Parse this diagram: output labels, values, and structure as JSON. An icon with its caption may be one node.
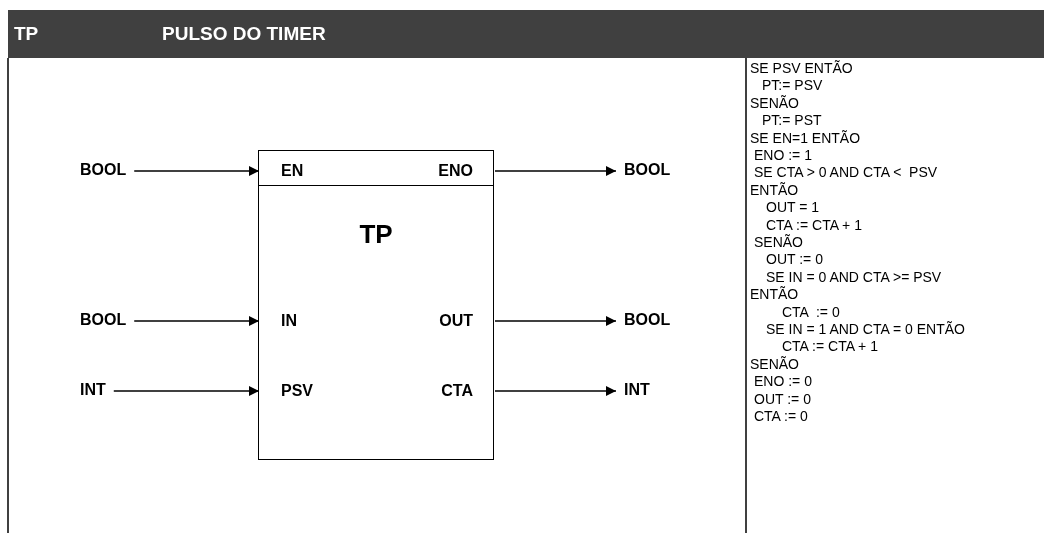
{
  "diagram": {
    "nodes": [
      {
        "text": [
          "TP"
        ]
      },
      {
        "text": [
          "EN"
        ],
        "in": 0
      },
      {
        "text": [
          "ENO"
        ],
        "in": 0
      },
      {
        "text": [
          "IN"
        ],
        "in": 0
      },
      {
        "text": [
          "OUT"
        ],
        "in": 0
      },
      {
        "text": [
          "PSV"
        ],
        "in": 0
      },
      {
        "text": [
          "CTA"
        ],
        "in": 0
      },
      {
        "text": [
          "BOOL"
        ]
      },
      {
        "text": [
          "BOOL"
        ]
      },
      {
        "text": [
          "BOOL"
        ]
      },
      {
        "text": [
          "BOOL"
        ]
      },
      {
        "text": [
          "INT"
        ]
      },
      {
        "text": [
          "INT"
        ]
      }
    ],
    "edges": [
      {
        "from": 7,
        "to": 1,
        "arrow": "to"
      },
      {
        "from": 2,
        "to": 8,
        "arrow": "to"
      },
      {
        "from": 9,
        "to": 3,
        "arrow": "to"
      },
      {
        "from": 4,
        "to": 10,
        "arrow": "to"
      },
      {
        "from": 11,
        "to": 5,
        "arrow": "to"
      },
      {
        "from": 6,
        "to": 12,
        "arrow": "to"
      }
    ],
    "labels": [
      "TP",
      "PULSO DO TIMER",
      "SE PSV ENTÃO",
      "PT:= PSV",
      "SENÃO",
      "PT:= PST",
      "SE EN=1 ENTÃO",
      "ENO := 1",
      "SE CTA > 0 AND CTA <  PSV",
      "ENTÃO",
      "OUT = 1",
      "CTA := CTA + 1",
      "SENÃO",
      "OUT := 0",
      "SE IN = 0 AND CTA >= PSV",
      "ENTÃO",
      "CTA  := 0",
      "SE IN = 1 AND CTA = 0 ENTÃO",
      "CTA := CTA + 1",
      "SENÃO",
      "ENO := 0",
      "OUT := 0",
      "CTA := 0"
    ]
  }
}
